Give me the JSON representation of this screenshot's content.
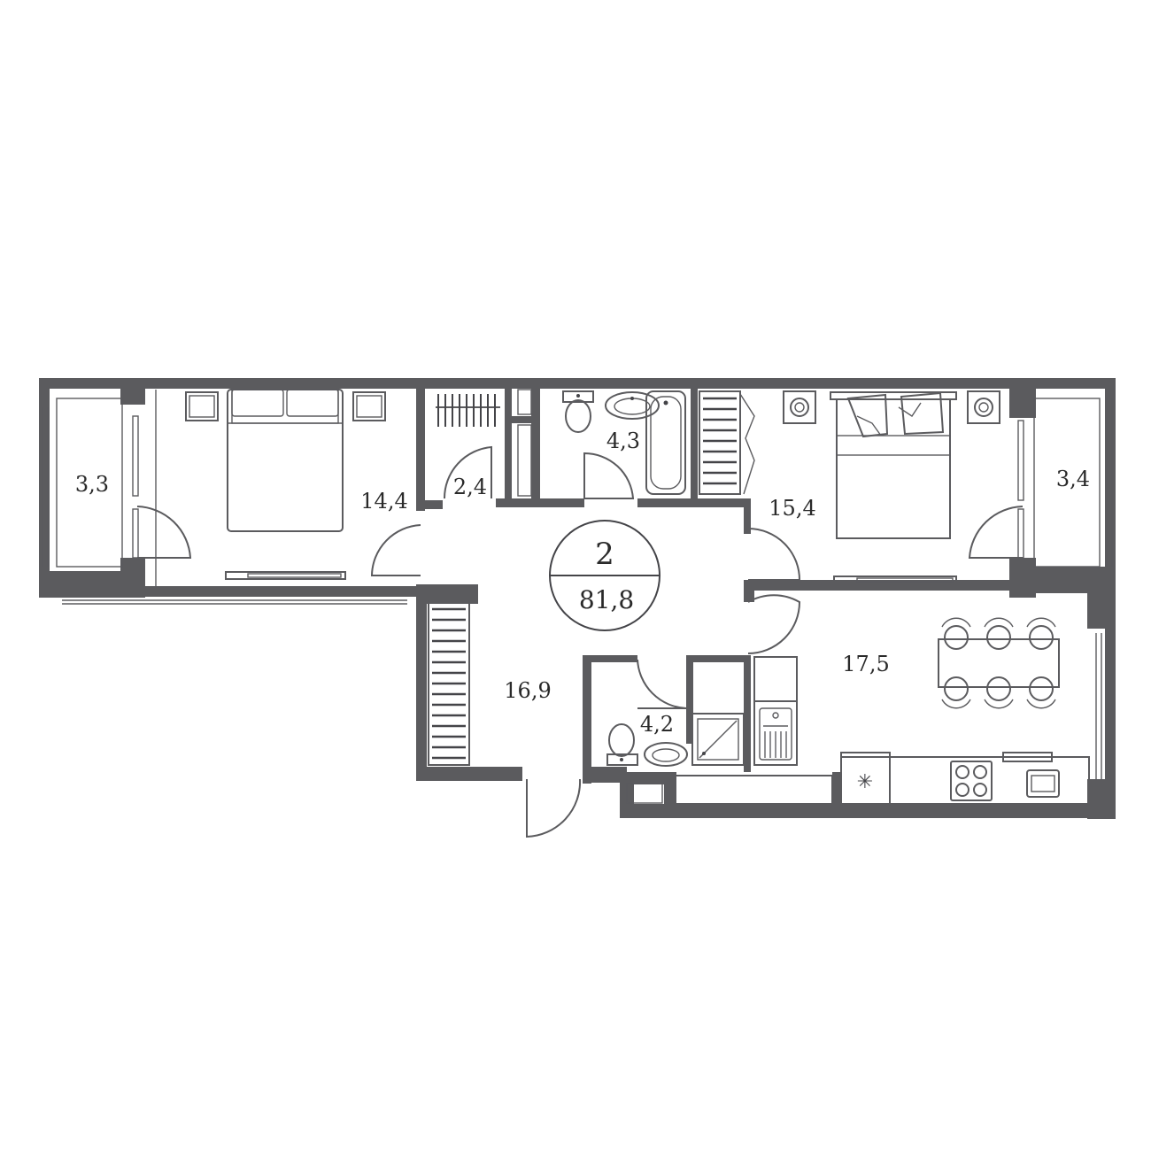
{
  "plan": {
    "rooms_count": "2",
    "total_area": "81,8"
  },
  "rooms": {
    "balcony_left": "3,3",
    "bedroom_left": "14,4",
    "wardrobe": "2,4",
    "bathroom_top": "4,3",
    "bedroom_right": "15,4",
    "balcony_right": "3,4",
    "hall": "16,9",
    "bathroom_bottom": "4,2",
    "kitchen": "17,5"
  },
  "colors": {
    "wall": "#5b5b5e",
    "line": "#444448"
  }
}
